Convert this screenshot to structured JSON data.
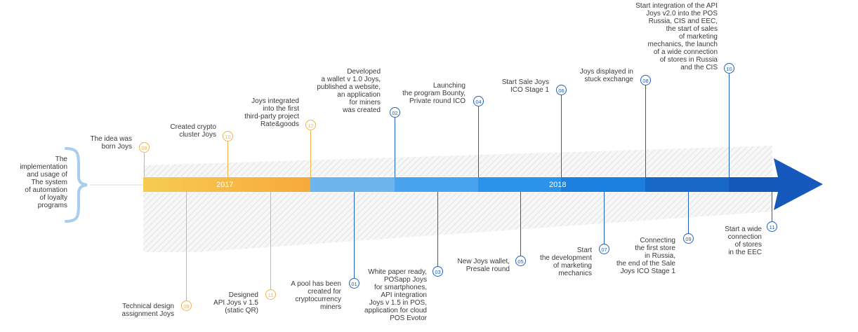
{
  "intro": {
    "text": "The\nimplementation\nand usage of\nThe system\nof automation\nof loyalty\nprograms"
  },
  "years": {
    "y2017": "2017",
    "y2018": "2018"
  },
  "colors": {
    "orange": "#f5b342",
    "blue": "#1f5fbd",
    "brace": "#a8cdf0"
  },
  "top_events": [
    {
      "num": "08",
      "text": "The idea was\nborn Joys"
    },
    {
      "num": "10",
      "text": "Created crypto\ncluster Joys"
    },
    {
      "num": "12",
      "text": "Joys integrated\ninto the first\nthird-party project\nRate&goods"
    },
    {
      "num": "02",
      "text": "Developed\na wallet  v 1.0 Joys,\npublished a website,\nan application\nfor miners\nwas created"
    },
    {
      "num": "04",
      "text": "Launching\nthe program Bounty,\nPrivate round ICO"
    },
    {
      "num": "06",
      "text": "Start Sale Joys\nICO Stage 1"
    },
    {
      "num": "08",
      "text": "Joys displayed in\nstuck exchange"
    },
    {
      "num": "10",
      "text": "Start integration of the API\nJoys v2.0 into the POS\nRussia, CIS and EEC,\nthe start of sales\nof marketing\nmechanics, the launch\nof a wide connection\nof stores in Russia\nand the CIS"
    }
  ],
  "bottom_events": [
    {
      "num": "09",
      "text": "Technical design\nassignment  Joys"
    },
    {
      "num": "11",
      "text": "Designed\nAPI Joys v 1.5\n(static QR)"
    },
    {
      "num": "01",
      "text": "A pool has been\ncreated for\ncryptocurrency\nminers"
    },
    {
      "num": "03",
      "text": "White paper ready,\nPOSapp Joys\nfor smartphones,\nAPI integration\nJoys v 1.5 in POS,\napplication for cloud\nPOS Evotor"
    },
    {
      "num": "05",
      "text": "New Joys wallet,\nPresale round"
    },
    {
      "num": "07",
      "text": "Start\nthe development\nof marketing\nmechanics"
    },
    {
      "num": "09",
      "text": "Connecting\nthe first store\nin Russia,\nthe end of the Sale\nJoys ICO Stage 1"
    },
    {
      "num": "11",
      "text": "Start a wide\nconnection\nof stores\nin the EEC"
    }
  ]
}
